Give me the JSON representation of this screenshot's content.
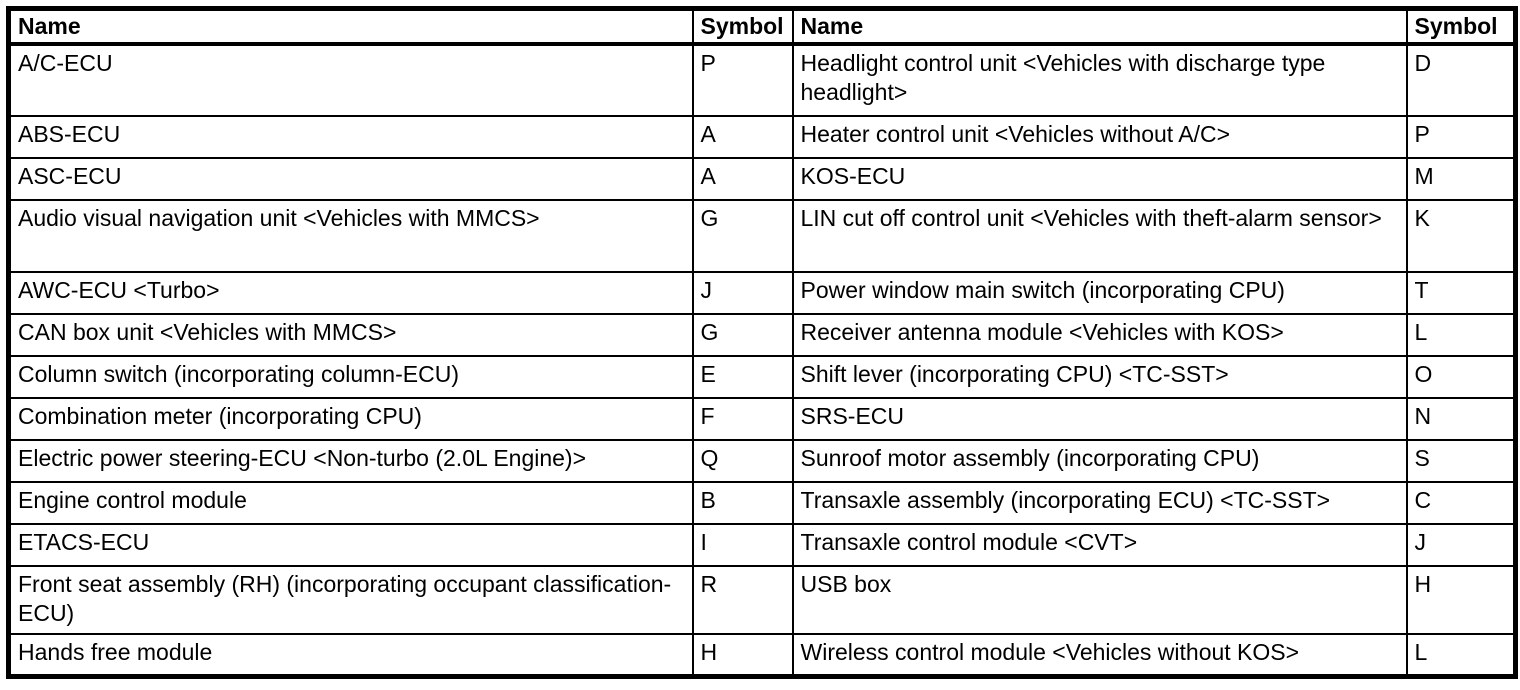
{
  "table": {
    "columns": [
      "Name",
      "Symbol",
      "Name",
      "Symbol"
    ],
    "rows": [
      {
        "cells": [
          "A/C-ECU",
          "P",
          "Headlight control unit <Vehicles with discharge type headlight>",
          "D"
        ]
      },
      {
        "cells": [
          "ABS-ECU",
          "A",
          "Heater control unit <Vehicles without A/C>",
          "P"
        ]
      },
      {
        "cells": [
          "ASC-ECU",
          "A",
          "KOS-ECU",
          "M"
        ]
      },
      {
        "cells": [
          "Audio visual navigation unit <Vehicles with MMCS>",
          "G",
          "LIN cut off control unit <Vehicles with theft-alarm sensor>",
          "K"
        ]
      },
      {
        "cells": [
          "AWC-ECU <Turbo>",
          "J",
          "Power window main switch (incorporating CPU)",
          "T"
        ]
      },
      {
        "cells": [
          "CAN box unit <Vehicles with MMCS>",
          "G",
          "Receiver antenna module <Vehicles with KOS>",
          "L"
        ]
      },
      {
        "cells": [
          "Column switch (incorporating column-ECU)",
          "E",
          "Shift lever (incorporating CPU) <TC-SST>",
          "O"
        ]
      },
      {
        "cells": [
          "Combination meter (incorporating CPU)",
          "F",
          "SRS-ECU",
          "N"
        ]
      },
      {
        "cells": [
          "Electric power steering-ECU <Non-turbo (2.0L Engine)>",
          "Q",
          "Sunroof motor assembly (incorporating CPU)",
          "S"
        ]
      },
      {
        "cells": [
          "Engine control module",
          "B",
          "Transaxle assembly (incorporating ECU) <TC-SST>",
          "C"
        ]
      },
      {
        "cells": [
          "ETACS-ECU",
          "I",
          "Transaxle control module <CVT>",
          "J"
        ]
      },
      {
        "cells": [
          "Front seat assembly (RH) (incorporating occupant classification-ECU)",
          "R",
          "USB box",
          "H"
        ]
      },
      {
        "cells": [
          "Hands free module",
          "H",
          "Wireless control module <Vehicles without KOS>",
          "L"
        ]
      }
    ]
  }
}
